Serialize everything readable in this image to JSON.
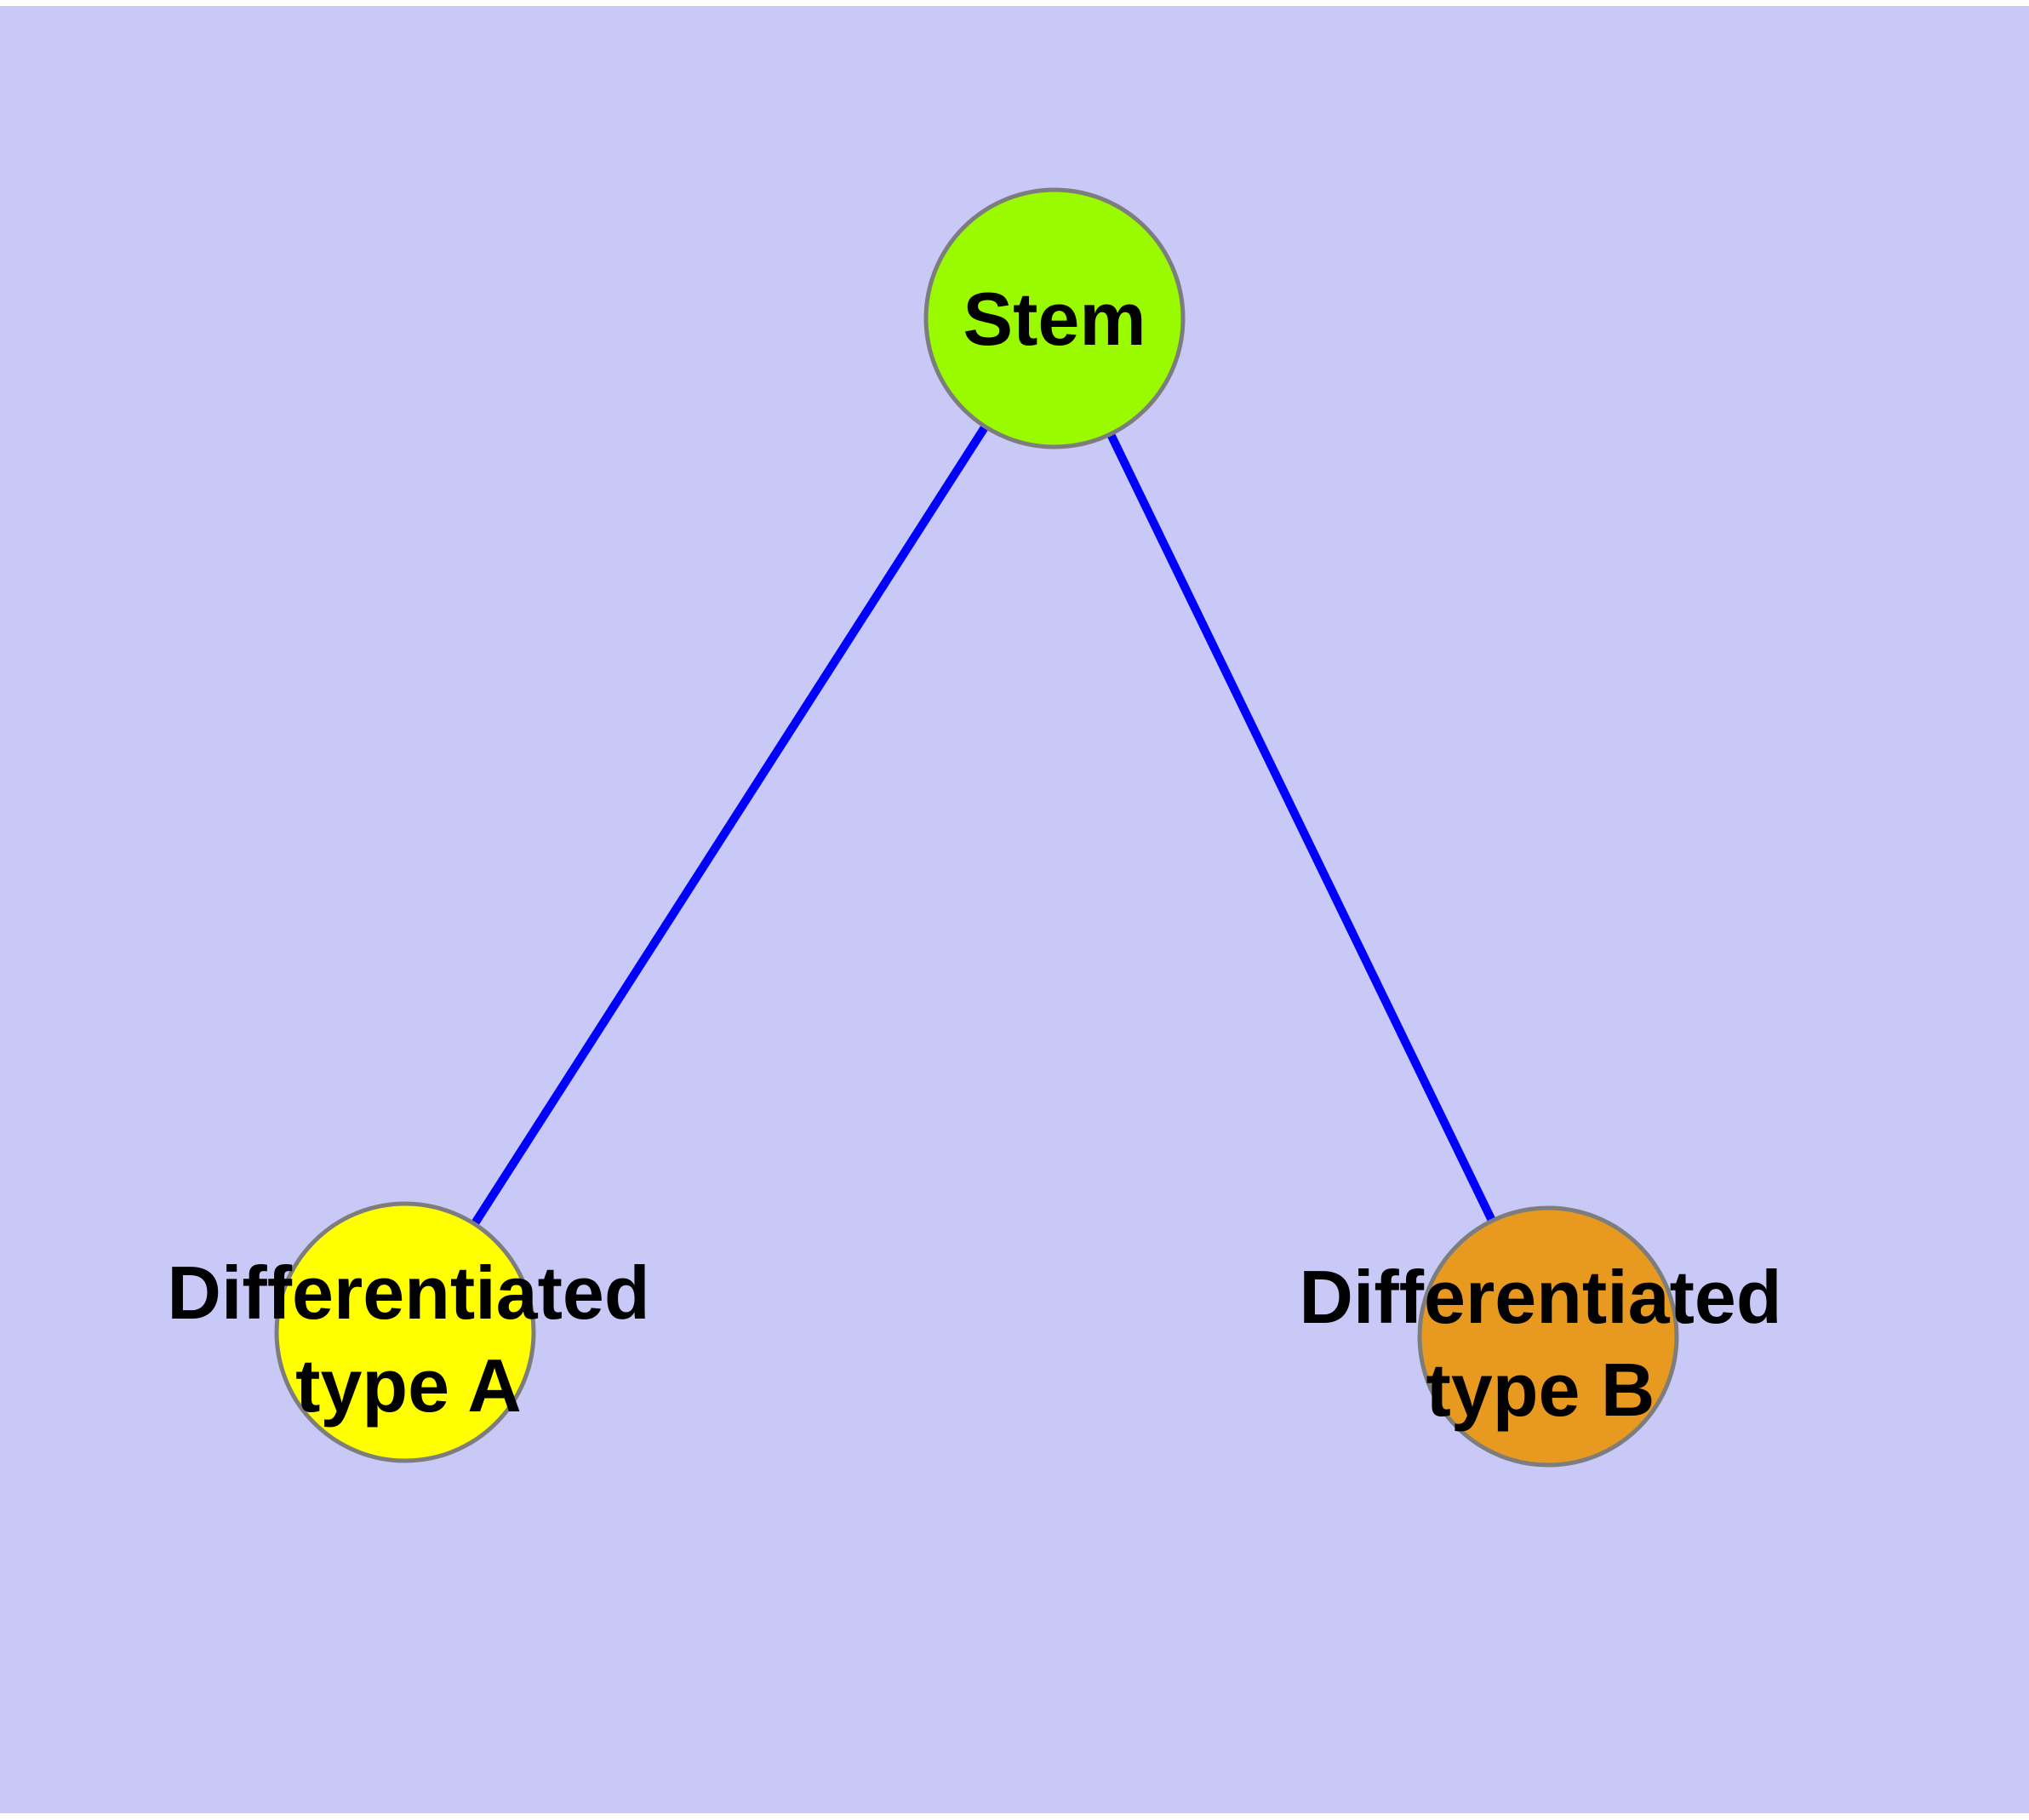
{
  "page": {
    "background_color": "#ffffff"
  },
  "diagram": {
    "type": "node-link-graph",
    "background_color": "#c9c9f7",
    "edge_color": "#0000ff",
    "node_border_color": "#7d7d7d",
    "label_color": "#000000",
    "nodes": [
      {
        "id": "stem",
        "label": "Stem",
        "fill": "#9afb01"
      },
      {
        "id": "differentiated-type-a",
        "label_line1": "Differentiated",
        "label_line2": "type A",
        "fill": "#ffff00"
      },
      {
        "id": "differentiated-type-b",
        "label_line1": "Differentiated",
        "label_line2": "type B",
        "fill": "#e79a1f"
      }
    ],
    "edges": [
      {
        "from": "stem",
        "to": "differentiated-type-a"
      },
      {
        "from": "stem",
        "to": "differentiated-type-b"
      }
    ]
  }
}
